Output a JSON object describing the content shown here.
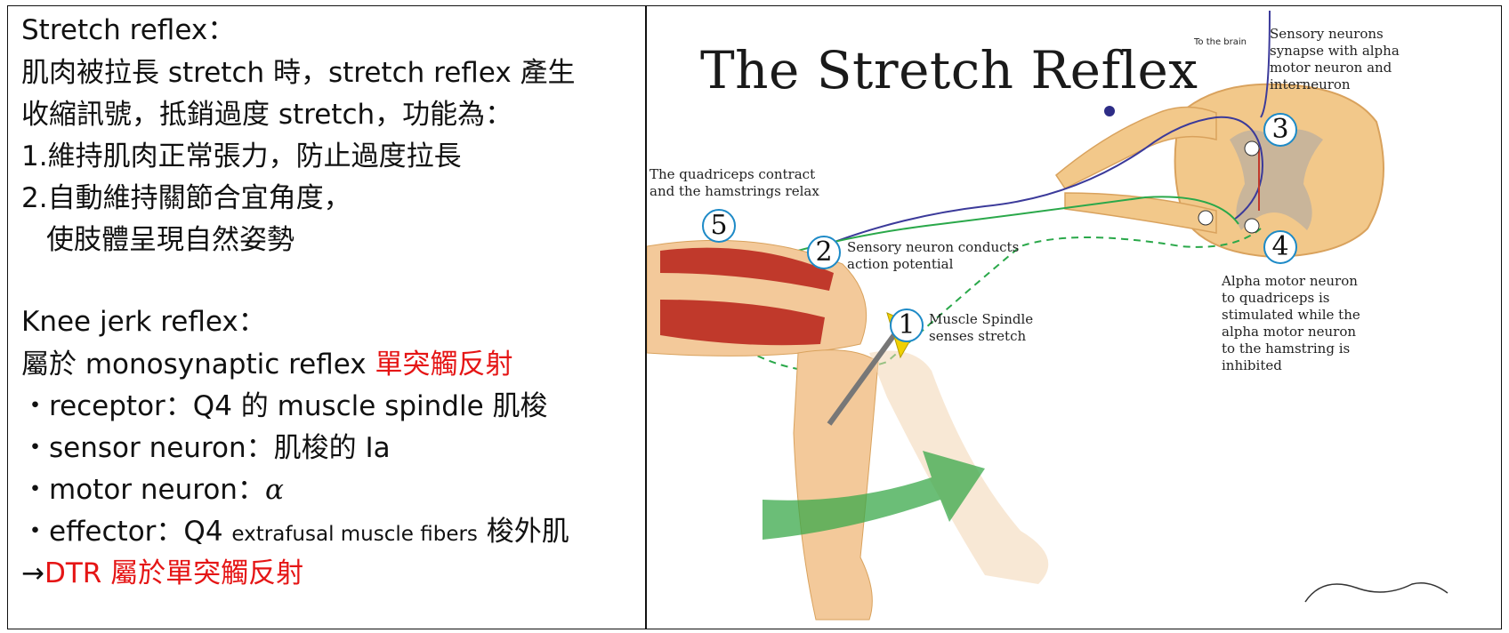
{
  "left_panel": {
    "stretch_heading": "Stretch reflex：",
    "stretch_line1": "肌肉被拉長 stretch 時，stretch reflex 產生",
    "stretch_line2": "收縮訊號，抵銷過度 stretch，功能為：",
    "function1": "1.維持肌肉正常張力，防止過度拉長",
    "function2a": "2.自動維持關節合宜角度，",
    "function2b": "使肢體呈現自然姿勢",
    "knee_heading": "Knee jerk reflex：",
    "knee_type_prefix": "屬於 monosynaptic reflex ",
    "knee_type_red": "單突觸反射",
    "receptor": "・receptor：Q4 的 muscle spindle 肌梭",
    "sensor": "・sensor neuron：肌梭的 Ia",
    "motor": "・motor neuron：",
    "motor_symbol": "α",
    "effector_prefix": "・effector：Q4 ",
    "effector_small": "extrafusal muscle fibers",
    "effector_suffix": " 梭外肌",
    "arrow": "→",
    "conclusion": "DTR 屬於單突觸反射"
  },
  "diagram": {
    "title": "The Stretch Reflex",
    "to_brain": "To the brain",
    "note3": [
      "Sensory neurons",
      "synapse with alpha",
      "motor neuron and",
      "interneuron"
    ],
    "note5": [
      "The quadriceps contract",
      "and the hamstrings relax"
    ],
    "note2": [
      "Sensory neuron conducts",
      "action potential"
    ],
    "note1": [
      "Muscle Spindle",
      "senses stretch"
    ],
    "note4": [
      "Alpha motor neuron",
      "to quadriceps is",
      "stimulated while the",
      "alpha motor neuron",
      "to the hamstring is",
      "inhibited"
    ],
    "steps": [
      "1",
      "2",
      "3",
      "4",
      "5"
    ],
    "colors": {
      "accent_red": "#e51515",
      "step_ring": "#1d8ac7",
      "sensory": "#3b3a9a",
      "motor": "#2aa84a",
      "spinal": "#f2c88a",
      "muscle": "#c0392b"
    }
  }
}
